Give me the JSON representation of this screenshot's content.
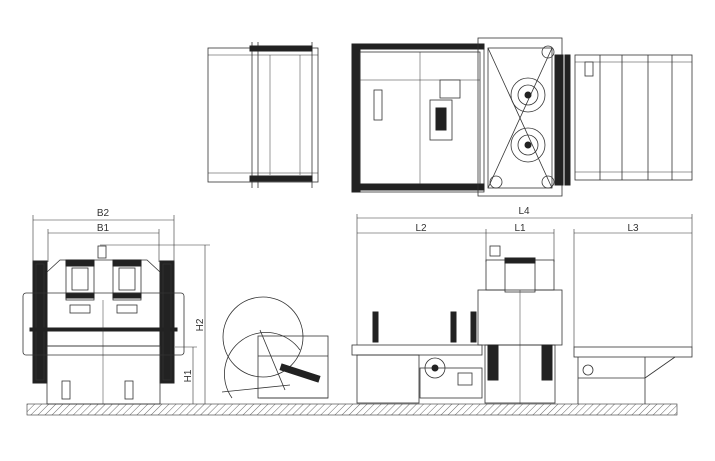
{
  "title": "Press line layout drawing",
  "dimensions": {
    "b2": "B2",
    "b1": "B1",
    "h2": "H2",
    "h1": "H1",
    "l4": "L4",
    "l2": "L2",
    "l1": "L1",
    "l3": "L3"
  },
  "colors": {
    "line": "#333333",
    "background": "#ffffff"
  }
}
